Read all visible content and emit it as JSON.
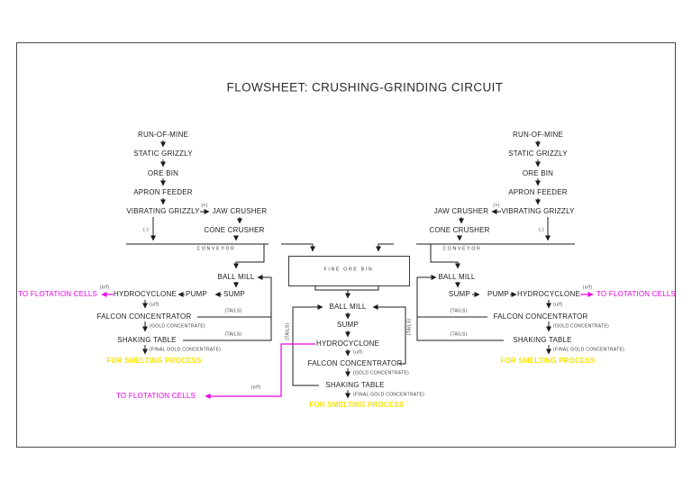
{
  "title": "FLOWSHEET: CRUSHING-GRINDING CIRCUIT",
  "colors": {
    "line": "#1c1c1c",
    "flotation_accent": "#E800E8",
    "smelting_accent": "#F7E400"
  },
  "labels": {
    "run_of_mine": "RUN-OF-MINE",
    "static_grizzly": "STATIC GRIZZLY",
    "ore_bin": "ORE BIN",
    "apron_feeder": "APRON FEEDER",
    "vibrating_grizzly": "VIBRATING GRIZZLY",
    "jaw_crusher": "JAW CRUSHER",
    "cone_crusher": "CONE CRUSHER",
    "fine_ore_bin": "FINE ORE BIN",
    "ball_mill": "BALL MILL",
    "sump": "SUMP",
    "pump": "PUMP",
    "hydrocyclone": "HYDROCYCLONE",
    "falcon_concentrator": "FALCON CONCENTRATOR",
    "shaking_table": "SHAKING TABLE",
    "to_flotation_cells": "TO FLOTATION CELLS",
    "for_smelting_process": "FOR SMELTING PROCESS"
  },
  "annotations": {
    "conveyor": "CONVEYOR",
    "oversize": "(+)",
    "undersize": "(-)",
    "overflow": "(o/f)",
    "underflow": "(u/f)",
    "tails": "(TAILS)",
    "gold_concentrate": "(GOLD CONCENTRATE)",
    "final_gold_concentrate": "(FINAL GOLD CONCENTRATE)"
  }
}
